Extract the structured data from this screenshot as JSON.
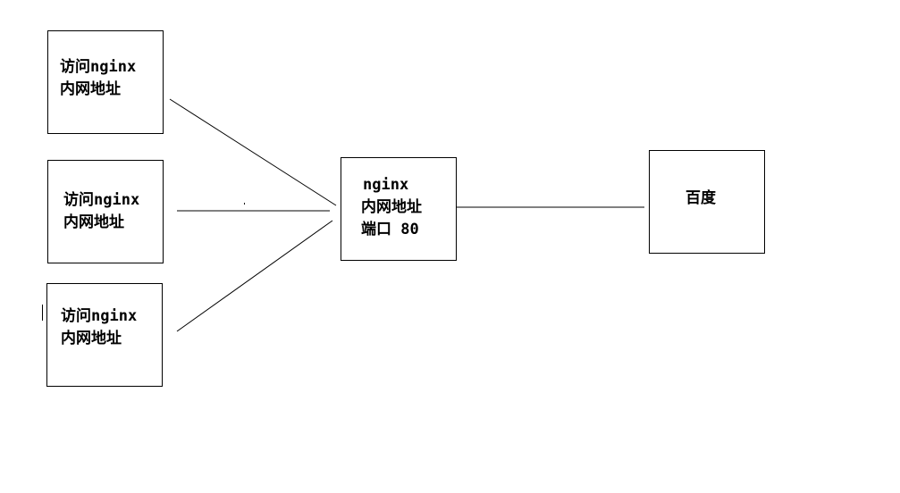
{
  "clients": [
    {
      "line1": "访问nginx",
      "line2": "内网地址"
    },
    {
      "line1": "访问nginx",
      "line2": "内网地址"
    },
    {
      "line1": "访问nginx",
      "line2": "内网地址"
    }
  ],
  "proxy": {
    "line1": "nginx",
    "line2": "内网地址",
    "line3": "端口 80"
  },
  "target": {
    "label": "百度"
  },
  "colors": {
    "stroke": "#000000",
    "background": "#ffffff"
  }
}
